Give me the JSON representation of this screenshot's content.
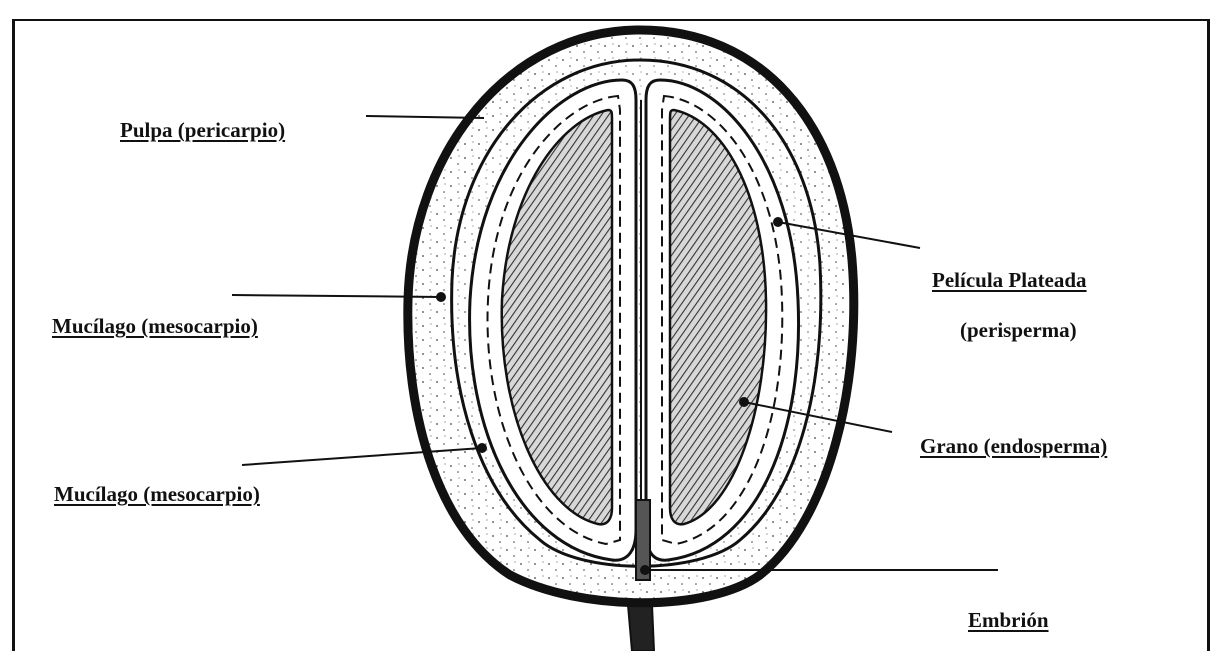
{
  "labels": {
    "pulpa": "Pulpa (pericarpio)",
    "mucilago_1": "Mucílago (mesocarpio)",
    "mucilago_2": "Mucílago (mesocarpio)",
    "pelicula": "Película Plateada",
    "perisperma": "(perisperma)",
    "grano": "Grano (endosperma)",
    "embrion": "Embrión"
  },
  "colors": {
    "ink": "#111111",
    "paper": "#ffffff",
    "bean_fill": "#8a8a8a"
  }
}
